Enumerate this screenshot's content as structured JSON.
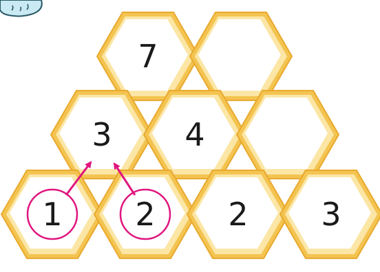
{
  "pyramid": {
    "top_row": [
      "7",
      ""
    ],
    "middle_row": [
      "3",
      "4",
      ""
    ],
    "bottom_row": [
      "1",
      "2",
      "2",
      "3"
    ],
    "circled_cells": [
      "1",
      "2"
    ]
  },
  "colors": {
    "honey_outer": "#f4c451",
    "honey_inner": "#fbe6a6",
    "cell_fill": "#ffffff",
    "arrow": "#e0157e",
    "text": "#1a1a1a",
    "mascot": "#c9e9f3"
  },
  "icons": {
    "corner_decoration": "bee-mascot-icon",
    "arrow": "arrow-up-icon"
  }
}
